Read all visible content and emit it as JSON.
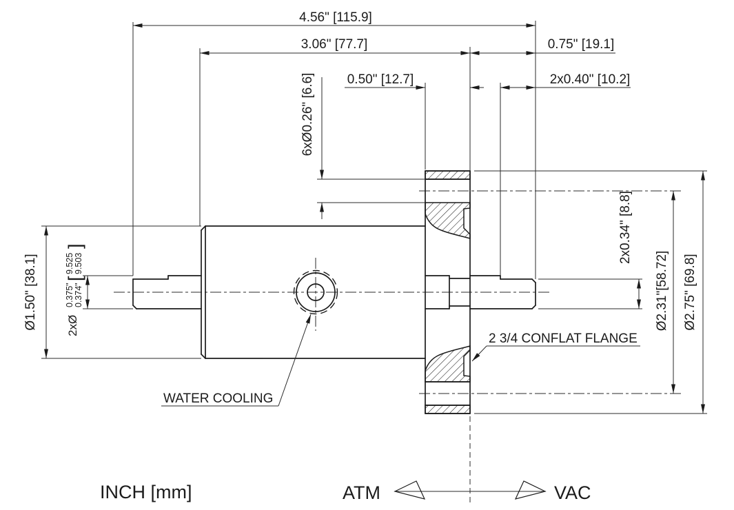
{
  "drawing": {
    "dimensions": {
      "overall_length": "4.56\" [115.9]",
      "body_to_face": "3.06\" [77.7]",
      "vac_side_length": "0.75\" [19.1]",
      "flange_thickness": "0.50\" [12.7]",
      "flat_length": "2x0.40\" [10.2]",
      "bolt_holes": "6xØ0.26\" [6.6]",
      "body_diameter": "Ø1.50\" [38.1]",
      "shaft_diameter": {
        "prefix": "2xØ",
        "inch_upper": "0.375\"",
        "inch_lower": "0.374\"",
        "bracket_open": "[",
        "mm_upper": "9.525",
        "mm_lower": "9.503",
        "bracket_close": "]"
      },
      "flat_height": "2x0.34\" [8.8]",
      "bolt_circle_diameter": "Ø2.31\"[58.72]",
      "flange_diameter": "Ø2.75\" [69.8]"
    },
    "labels": {
      "water_cooling": "WATER COOLING",
      "flange": "2 3/4 CONFLAT FLANGE",
      "units": "INCH [mm]",
      "atm": "ATM",
      "vac": "VAC"
    },
    "colors": {
      "line": "#1b1b1b",
      "background": "#ffffff"
    }
  }
}
